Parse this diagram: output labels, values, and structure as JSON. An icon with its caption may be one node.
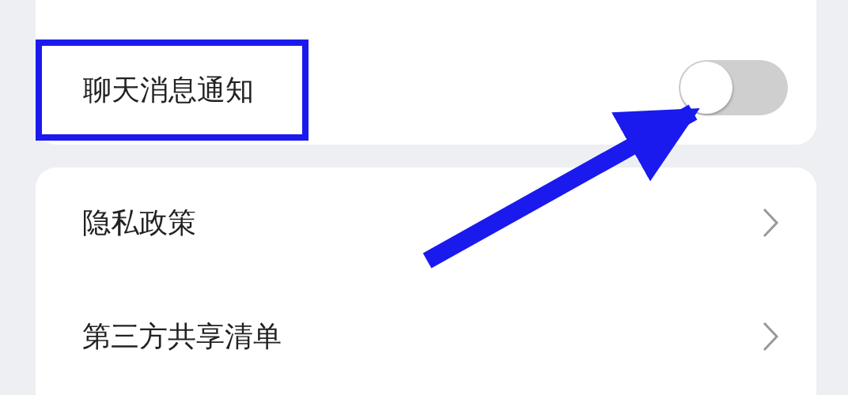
{
  "diagram": {
    "nodes": [
      {
        "text": [
          "聊天消息通知"
        ]
      },
      {
        "text": [],
        "shape": "toggle"
      }
    ],
    "edges": [
      {
        "from": null,
        "to": 1,
        "arrow": "to"
      }
    ],
    "labels": [
      "隐私政策",
      "第三方共享清单"
    ]
  }
}
